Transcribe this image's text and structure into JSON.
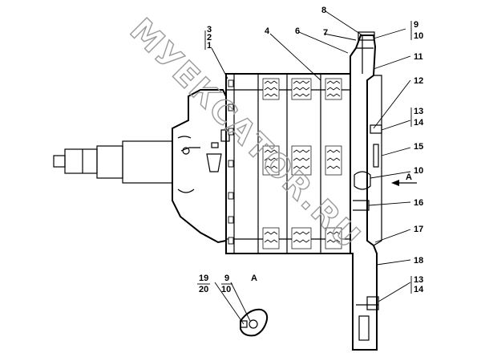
{
  "watermark": "МУЕКСАТОR.RU",
  "view_label": "A",
  "labels": {
    "p1": "1",
    "p2": "2",
    "p3": "3",
    "p4": "4",
    "p6": "6",
    "p7": "7",
    "p8": "8",
    "p9a": "9",
    "p10a": "10",
    "p11": "11",
    "p12": "12",
    "p13a": "13",
    "p14a": "14",
    "p15": "15",
    "p10b": "10",
    "arrowA": "A",
    "p16": "16",
    "p17": "17",
    "p18": "18",
    "p13b": "13",
    "p14b": "14",
    "p19": "19",
    "p20": "20",
    "p9b": "9",
    "p10c": "10"
  }
}
